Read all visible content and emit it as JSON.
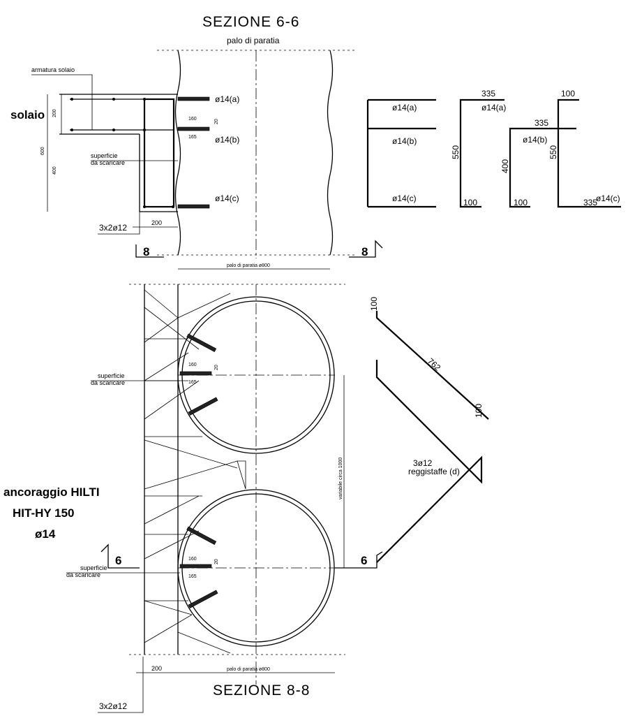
{
  "titles": {
    "section_top": "SEZIONE 6-6",
    "section_bottom": "SEZIONE 8-8"
  },
  "top_labels": {
    "palo_top": "palo di paratia",
    "armatura": "armatura solaio",
    "solaio": "solaio",
    "superficie_1": "superficie",
    "superficie_2": "da scaricare",
    "bars_left": "3x2ø12",
    "dim_200_a": "200",
    "dim_600": "600",
    "dim_400": "400",
    "dim_200_b": "200",
    "dim_160": "160",
    "dim_20": "20",
    "dim_165": "165",
    "bar_a": "ø14(a)",
    "bar_b": "ø14(b)",
    "bar_c": "ø14(c)",
    "sec_mark_left": "8",
    "sec_mark_right": "8",
    "palo_dim": "palo di paratia ø800"
  },
  "bar_schedule": {
    "a1": "ø14(a)",
    "b1": "ø14(b)",
    "c1": "ø14(c)",
    "d335_a": "335",
    "a2": "ø14(a)",
    "d550_a": "550",
    "d100_a": "100",
    "d335_b": "335",
    "b2": "ø14(b)",
    "d400_b": "400",
    "d100_b": "100",
    "d100_c": "100",
    "d550_c": "550",
    "d335_c": "335",
    "c2": "ø14(c)"
  },
  "stirrup": {
    "d100_top": "100",
    "d762": "762",
    "d100_bottom": "100",
    "bars": "3ø12",
    "name": "reggistaffe (d)"
  },
  "bottom_labels": {
    "sup1_a": "superficie",
    "sup1_b": "da scaricare",
    "sup2_a": "superficie",
    "sup2_b": "da scaricare",
    "d160_1": "160",
    "d20_1": "20",
    "d165_1": "165",
    "d160_2": "160",
    "d20_2": "20",
    "d165_2": "165",
    "variabile": "variabile circa 1000",
    "sec_mark_left": "6",
    "sec_mark_right": "6",
    "dim_200": "200",
    "palo_dim": "palo di paratia ø800",
    "bars_left": "3x2ø12"
  },
  "anchor_note": {
    "line1": "ancoraggio HILTI",
    "line2": "HIT-HY 150",
    "line3": "ø14"
  }
}
